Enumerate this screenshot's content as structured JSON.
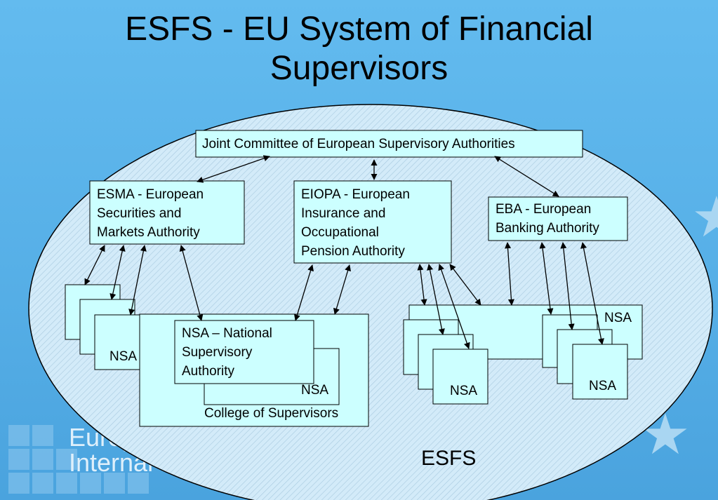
{
  "slide": {
    "title_line1": "ESFS - EU System of Financial",
    "title_line2": "Supervisors"
  },
  "diagram": {
    "esfs_label": "ESFS",
    "joint_committee": "Joint Committee of European Supervisory Authorities",
    "esma_line1": "ESMA - European",
    "esma_line2": "Securities and",
    "esma_line3": "Markets Authority",
    "eiopa_line1": "EIOPA - European",
    "eiopa_line2": "Insurance and",
    "eiopa_line3": "Occupational",
    "eiopa_line4": "Pension Authority",
    "eba_line1": "EBA - European",
    "eba_line2": "Banking Authority",
    "nsa": "NSA",
    "nsa_national_line1": "NSA – National",
    "nsa_national_line2": "Supervisory",
    "nsa_national_line3": "Authority",
    "college": "College of Supervisors"
  },
  "watermark": {
    "line1": "Europ",
    "line2": "Internal M"
  },
  "colors": {
    "background": "#5cb3e8",
    "box_fill": "#ccffff",
    "ellipse_fill": "#c9e6f8"
  }
}
